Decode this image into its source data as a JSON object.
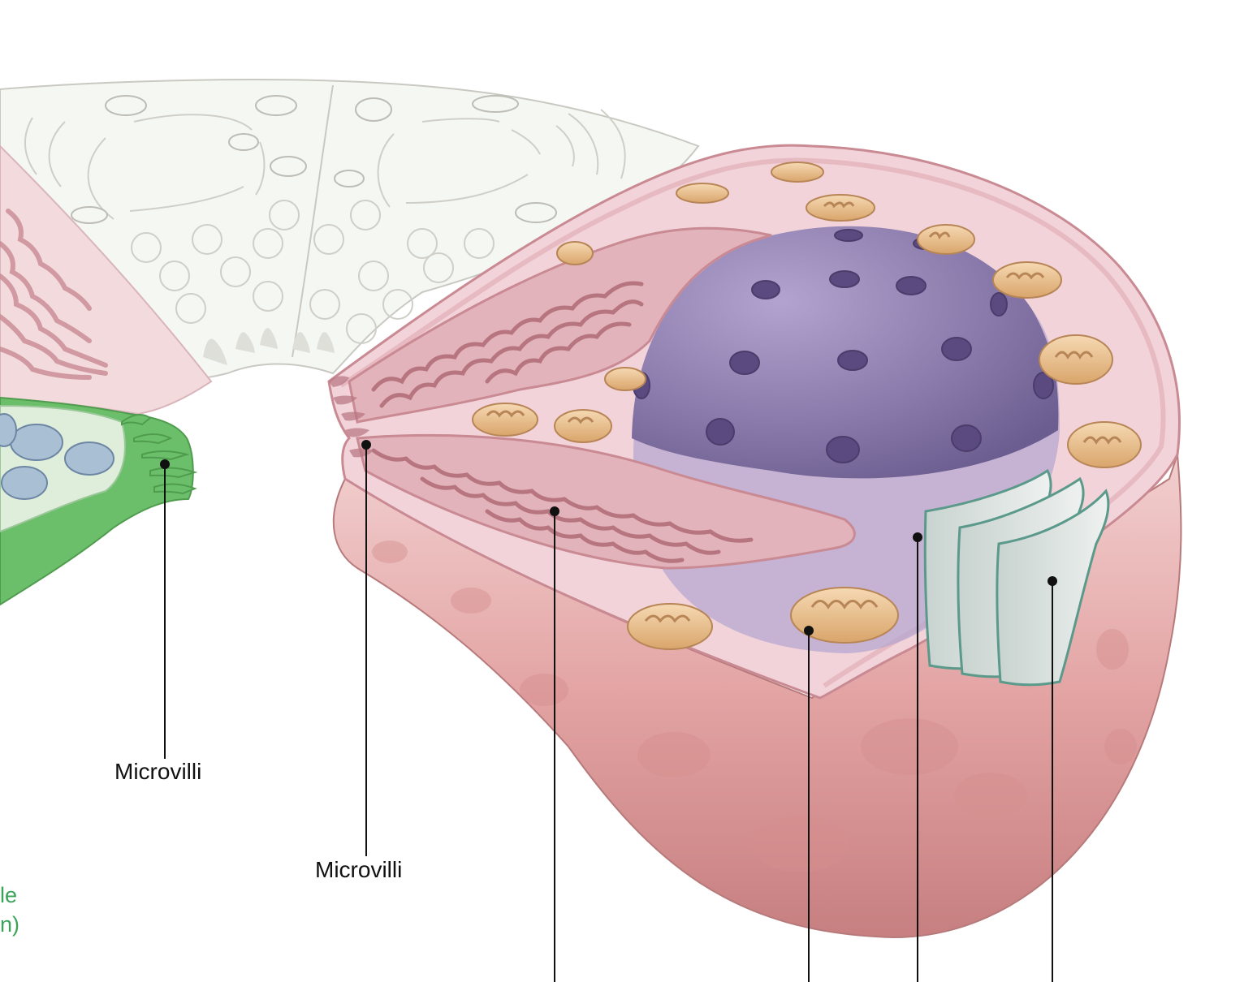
{
  "labels": {
    "microvilli_left": "Microvilli",
    "microvilli_center": "Microvilli",
    "partial_line1": "le",
    "partial_line2": "n)"
  },
  "colors": {
    "faded_cell_fill": "#f5f7f3",
    "faded_cell_stroke": "#c9c9c2",
    "pink_cell_fill": "#f2dadd",
    "green_cell": "#6cbf6a",
    "cytoplasm": "#f1d3d9",
    "membrane_outer": "#d98f8f",
    "nucleus": "#8a7aab",
    "nuclear_pore": "#5b4a80",
    "er": "#c98a93",
    "mitochondria": "#e9c08f",
    "golgi_edge": "#5b9a8b",
    "golgi_fill": "#d7e0dd",
    "label_text": "#111111",
    "partial_label": "#3aa35a"
  }
}
